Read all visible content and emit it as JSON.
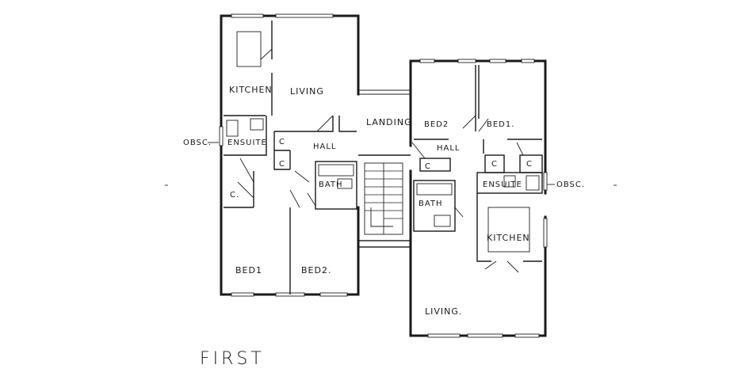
{
  "title": "FIRST",
  "left_unit": {
    "kitchen": "KITCHEN",
    "living": "LIVING",
    "ensuite": "ENSUITE",
    "hall": "HALL",
    "bath": "BATH",
    "bed1": "BED1",
    "bed2": "BED2.",
    "cupboard1": "C",
    "cupboard2": "C",
    "cupboard3": "C.",
    "obsc": "OBSC."
  },
  "core": {
    "landing": "LANDING"
  },
  "right_unit": {
    "bed2": "BED2",
    "bed1": "BED1.",
    "hall": "HALL",
    "bath": "BATH",
    "ensuite": "ENSUITE",
    "kitchen": "KITCHEN",
    "living": "LIVING.",
    "cupboard1": "C",
    "cupboard2": "C",
    "cupboard3": "C",
    "obsc": "OBSC."
  }
}
